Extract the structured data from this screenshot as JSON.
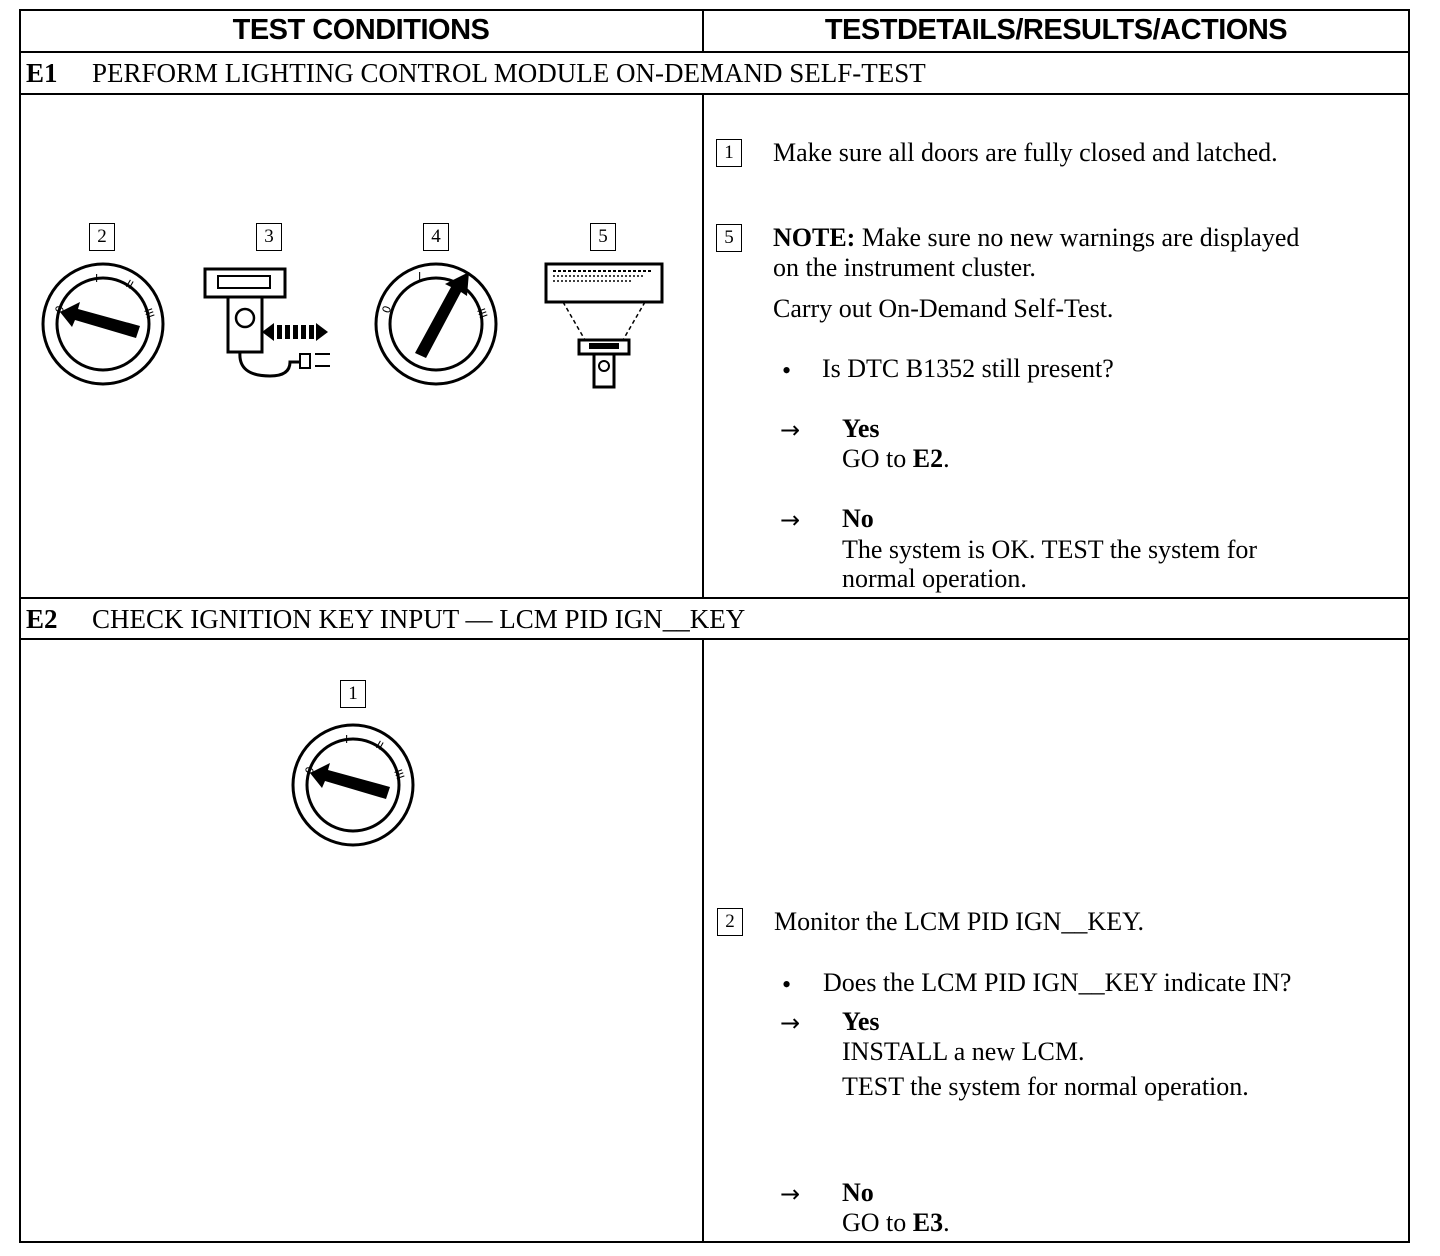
{
  "header": {
    "left": "TEST CONDITIONS",
    "right": "TESTDETAILS/RESULTS/ACTIONS"
  },
  "e1": {
    "id": "E1",
    "title": "PERFORM LIGHTING CONTROL MODULE ON-DEMAND SELF-TEST",
    "figure_labels": [
      "2",
      "3",
      "4",
      "5"
    ],
    "steps": {
      "s1_num": "1",
      "s1_text": "Make sure all doors are fully closed and latched.",
      "s5_num": "5",
      "s5_note_label": "NOTE:",
      "s5_note_text": " Make sure no new warnings are displayed",
      "s5_note_text2": "on the instrument cluster.",
      "s5_action": "Carry out On-Demand Self-Test.",
      "question": "Is DTC B1352 still present?",
      "yes_label": "Yes",
      "yes_action_prefix": "GO to ",
      "yes_action_target": "E2",
      "yes_action_suffix": ".",
      "no_label": "No",
      "no_action_1": "The system is OK. TEST the system for",
      "no_action_2": "normal operation."
    }
  },
  "e2": {
    "id": "E2",
    "title": "CHECK IGNITION KEY INPUT — LCM PID IGN__KEY",
    "figure_labels": [
      "1"
    ],
    "steps": {
      "s2_num": "2",
      "s2_text": "Monitor the LCM PID IGN__KEY.",
      "question": "Does the LCM PID IGN__KEY indicate IN?",
      "yes_label": "Yes",
      "yes_action_1": "INSTALL a new LCM.",
      "yes_action_2": "TEST the system for normal  operation.",
      "no_label": "No",
      "no_action_prefix": "GO to ",
      "no_action_target": "E3",
      "no_action_suffix": "."
    }
  },
  "glyphs": {
    "bullet": "•",
    "arrow": "→",
    "dial_marks": [
      "0",
      "I",
      "II",
      "III"
    ]
  }
}
